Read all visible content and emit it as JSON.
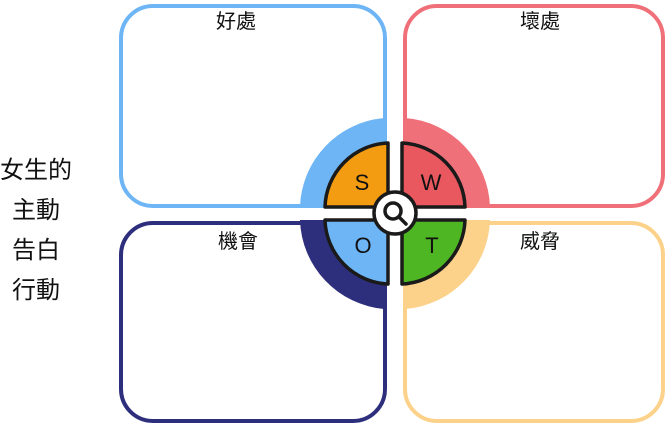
{
  "side_title": {
    "lines": [
      "女生的",
      "主動",
      "告白",
      "行動"
    ]
  },
  "quadrants": {
    "top_left": {
      "label": "好處",
      "letter": "S",
      "color": "#6eb5f5",
      "tile": "#f39c12"
    },
    "top_right": {
      "label": "壞處",
      "letter": "W",
      "color": "#f07079",
      "tile": "#e8585e"
    },
    "bottom_left": {
      "label": "機會",
      "letter": "O",
      "color": "#2e2f7c",
      "tile": "#6eb5f5"
    },
    "bottom_right": {
      "label": "威脅",
      "letter": "T",
      "color": "#fcd28a",
      "tile": "#4fb623"
    }
  },
  "center_icon": "magnifier-icon"
}
